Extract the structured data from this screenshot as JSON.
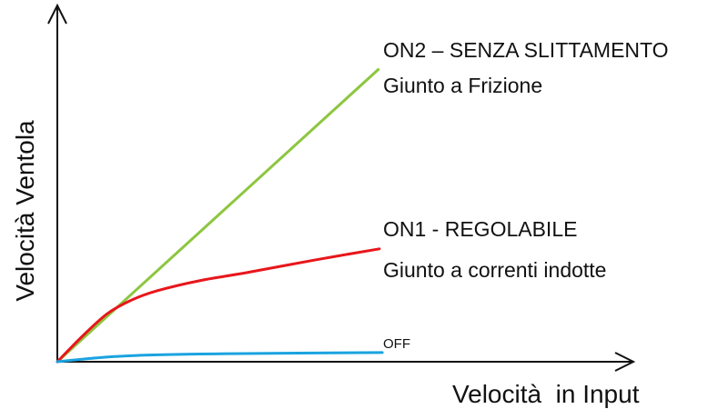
{
  "chart_data": {
    "type": "line",
    "title": "",
    "xlabel": "Velocità  in Input",
    "ylabel": "Velocità Ventola",
    "xlim": [
      0,
      10
    ],
    "ylim": [
      0,
      6.25
    ],
    "grid": false,
    "series": [
      {
        "name": "ON2 – SENZA SLITTAMENTO",
        "subtitle": "Giunto a Frizione",
        "color": "#8cc63f",
        "points": [
          [
            0,
            0
          ],
          [
            5.58,
            5.1
          ]
        ]
      },
      {
        "name": "ON1 - REGOLABILE",
        "subtitle": "Giunto a correnti indotte",
        "color": "#e8161b",
        "points": [
          [
            0,
            0
          ],
          [
            0.43,
            0.44
          ],
          [
            0.87,
            0.84
          ],
          [
            1.3,
            1.08
          ],
          [
            1.74,
            1.24
          ],
          [
            2.5,
            1.42
          ],
          [
            3.32,
            1.56
          ],
          [
            4.5,
            1.78
          ],
          [
            5.6,
            1.97
          ]
        ]
      },
      {
        "name": "OFF",
        "subtitle": "",
        "color": "#1aa3e0",
        "points": [
          [
            0,
            0
          ],
          [
            0.6,
            0.06
          ],
          [
            1.38,
            0.11
          ],
          [
            2.97,
            0.14
          ],
          [
            5.65,
            0.16
          ]
        ]
      }
    ]
  }
}
